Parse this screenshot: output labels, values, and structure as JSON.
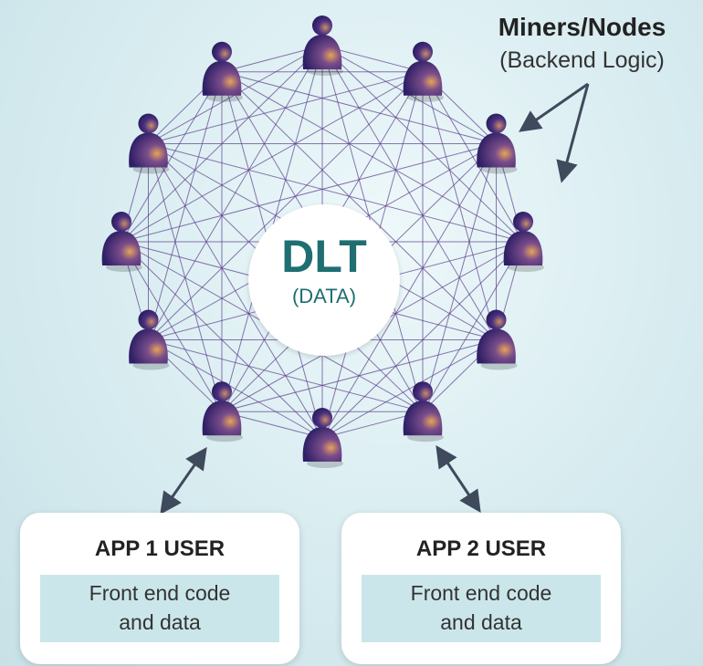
{
  "header": {
    "title": "Miners/Nodes",
    "subtitle": "(Backend Logic)"
  },
  "center": {
    "title": "DLT",
    "subtitle": "(DATA)"
  },
  "apps": [
    {
      "title": "APP 1 USER",
      "line1": "Front end code",
      "line2": "and data"
    },
    {
      "title": "APP 2 USER",
      "line1": "Front end code",
      "line2": "and data"
    }
  ],
  "colors": {
    "node": "#3f2a7a",
    "highlight": "#e7a457",
    "mesh": "#5b3d8c",
    "center_text": "#1f6e72",
    "panel": "#cbe6ea",
    "arrow": "#3f4a5c"
  },
  "icons": {
    "node": "person-node-icon"
  }
}
